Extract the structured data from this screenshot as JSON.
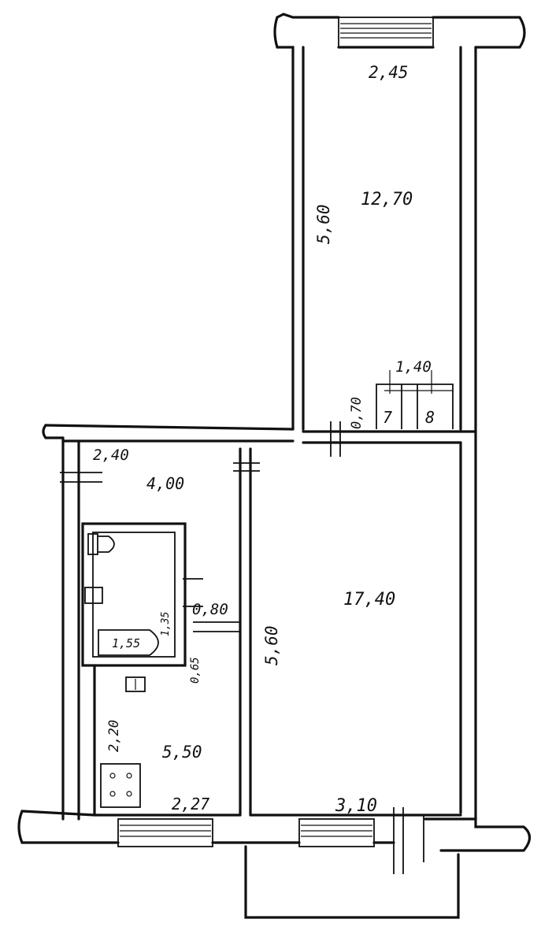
{
  "plan": {
    "labels": {
      "room_top_width": "2,45",
      "room_top_length": "5,60",
      "room_top_area": "12,70",
      "closet_width": "1,40",
      "closet_depth": "0,70",
      "closet_left": "7",
      "closet_right": "8",
      "hall_width": "2,40",
      "hall_area": "4,00",
      "door_width": "0,80",
      "bath_height": "1,35",
      "bath_tub": "1,55",
      "bath_small": "0,65",
      "room_main_length": "5,60",
      "room_main_area": "17,40",
      "kitchen_depth": "2,20",
      "kitchen_area": "5,50",
      "kitchen_width": "2,27",
      "room_main_width": "3,10"
    },
    "icons": [
      "toilet-icon",
      "sink-icon",
      "bathtub-icon",
      "stove-icon",
      "window-icon",
      "door-icon"
    ]
  }
}
